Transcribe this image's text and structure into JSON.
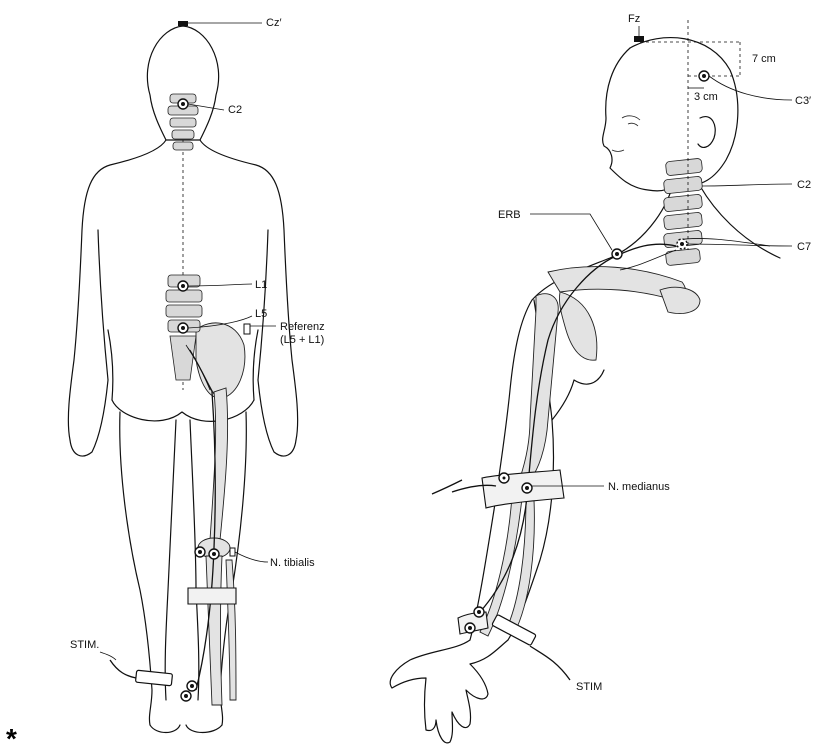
{
  "left_figure": {
    "labels": {
      "cz": "Cz′",
      "c2": "C2",
      "l1": "L1",
      "l5": "L5",
      "referenz_line1": "Referenz",
      "referenz_line2": "(L5 + L1)",
      "tibialis": "N. tibialis",
      "stim": "STIM."
    }
  },
  "right_figure": {
    "labels": {
      "fz": "Fz",
      "seven_cm": "7 cm",
      "three_cm": "3 cm",
      "c3": "C3′",
      "c2": "C2",
      "c7": "C7",
      "erb": "ERB",
      "medianus": "N. medianus",
      "stim": "STIM"
    }
  },
  "marker": "*"
}
